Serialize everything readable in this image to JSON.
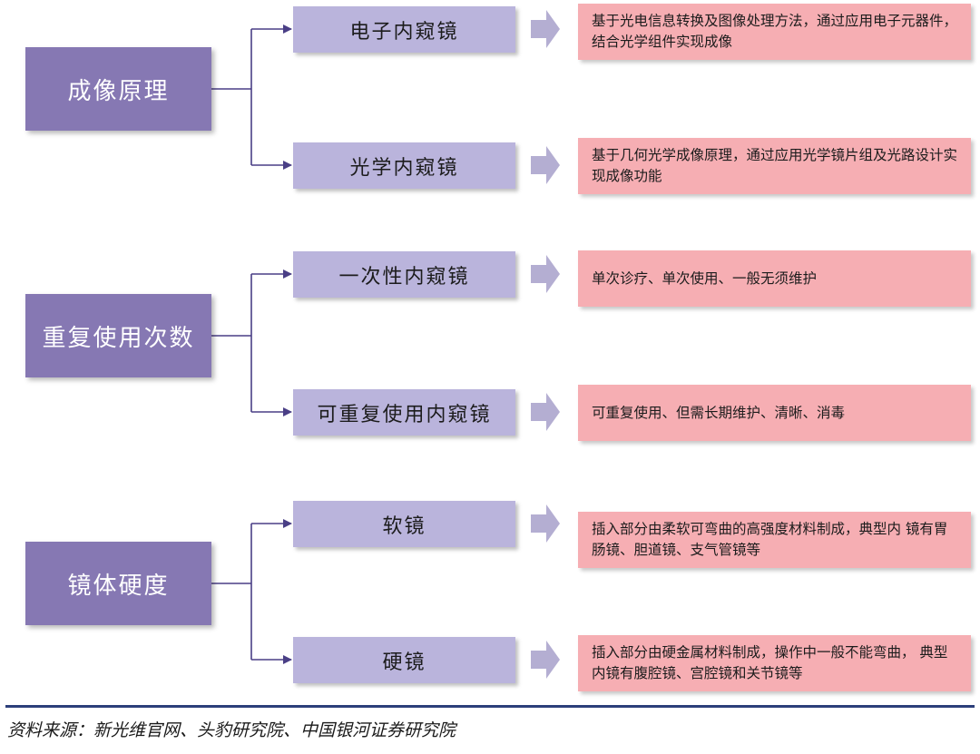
{
  "groups": [
    {
      "category": "成像原理",
      "items": [
        {
          "label": "电子内窥镜",
          "description": "基于光电信息转换及图像处理方法，通过应用电子元器件，结合光学组件实现成像"
        },
        {
          "label": "光学内窥镜",
          "description": "基于几何光学成像原理，通过应用光学镜片组及光路设计实现成像功能"
        }
      ]
    },
    {
      "category": "重复使用次数",
      "items": [
        {
          "label": "一次性内窥镜",
          "description": "单次诊疗、单次使用、一般无须维护"
        },
        {
          "label": "可重复使用内窥镜",
          "description": "可重复使用、但需长期维护、清晰、消毒"
        }
      ]
    },
    {
      "category": "镜体硬度",
      "items": [
        {
          "label": "软镜",
          "description": "插入部分由柔软可弯曲的高强度材料制成，典型内 镜有胃肠镜、胆道镜、支气管镜等"
        },
        {
          "label": "硬镜",
          "description": "插入部分由硬金属材料制成，操作中一般不能弯曲， 典型内镜有腹腔镜、宫腔镜和关节镜等"
        }
      ]
    }
  ],
  "source": "资料来源：新光维官网、头豹研究院、中国银河证券研究院",
  "colors": {
    "category_fill": "#8678b3",
    "sub_fill": "#bab4dc",
    "desc_fill": "#f6aeb3",
    "arrow_fill": "#b4aed2",
    "connector": "#4a3f86",
    "rule": "#2c3f7a"
  }
}
